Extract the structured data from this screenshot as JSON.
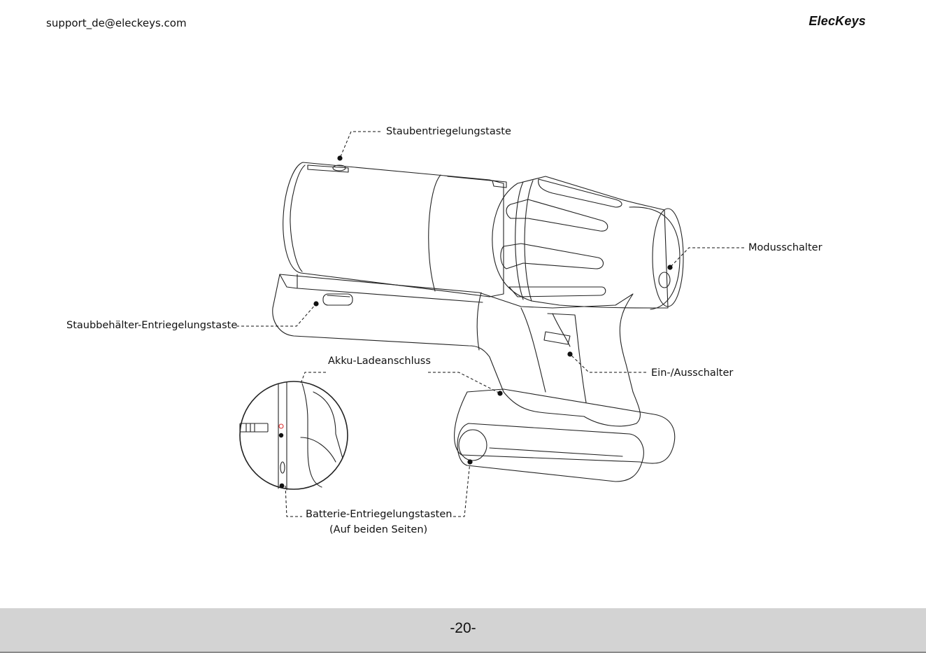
{
  "header": {
    "email": "support_de@eleckeys.com",
    "brand": "ElecKeys"
  },
  "labels": {
    "dust_release": "Staubentriegelungstaste",
    "mode_switch": "Modusschalter",
    "container_release": "Staubbehälter-Entriegelungstaste",
    "charge_port": "Akku-Ladeanschluss",
    "power_switch": "Ein-/Ausschalter",
    "battery_release": "Batterie-Entriegelungstasten",
    "battery_release_note": "(Auf beiden Seiten)"
  },
  "footer": {
    "page_number": "-20-"
  }
}
